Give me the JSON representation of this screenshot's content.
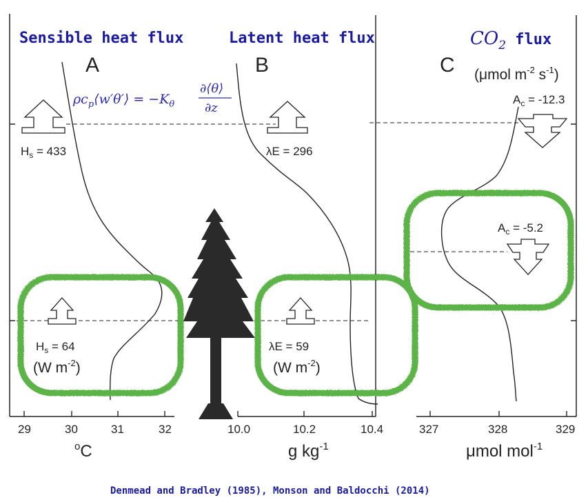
{
  "titles": {
    "sensible": "Sensible heat flux",
    "latent": "Latent heat flux",
    "co2_main": "CO",
    "co2_sub": "2",
    "co2_tail": " flux"
  },
  "panels": {
    "a": "A",
    "b": "B",
    "c": "C"
  },
  "equation": {
    "lhs": "ρc",
    "lhs_sub": "p",
    "mid": "⟨w′θ′⟩ = −K",
    "mid_sub": "θ",
    "num": "∂⟨θ⟩",
    "den": "∂z"
  },
  "units_c": {
    "base": "(μmol m",
    "exp1": "-2",
    "mid": " s",
    "exp2": "-1",
    "end": ")"
  },
  "annotations": {
    "hs_top": {
      "sym": "H",
      "sub": "s",
      "rest": " = 433"
    },
    "le_top": "λE = 296",
    "ac_top": {
      "sym": "A",
      "sub": "c",
      "rest": " = -12.3"
    },
    "hs_low": {
      "sym": "H",
      "sub": "s",
      "rest": " = 64"
    },
    "le_low": "λE = 59",
    "ac_low": {
      "sym": "A",
      "sub": "c",
      "rest": " = -5.2"
    },
    "wm_a": {
      "base": "(W m",
      "exp": "-2",
      "end": ")"
    },
    "wm_b": {
      "base": "(W m",
      "exp": "-2",
      "end": ")"
    }
  },
  "axis_a": {
    "ticks": [
      "29",
      "30",
      "31",
      "32"
    ],
    "label": "C",
    "label_prefix": "o"
  },
  "axis_b": {
    "ticks": [
      "10.0",
      "10.2",
      "10.4"
    ],
    "label_base": "g kg",
    "label_exp": "-1"
  },
  "axis_c": {
    "ticks": [
      "327",
      "328",
      "329"
    ],
    "label_base": "μmol mol",
    "label_exp": "-1"
  },
  "colors": {
    "title_blue": "#1a1a9e",
    "equation_blue": "#2b2bb0",
    "highlight_green": "#5cb346",
    "tree": "#2a2a2a",
    "ink": "#222222"
  },
  "credit": "Denmead and Bradley (1985), Monson and Baldocchi (2014)"
}
